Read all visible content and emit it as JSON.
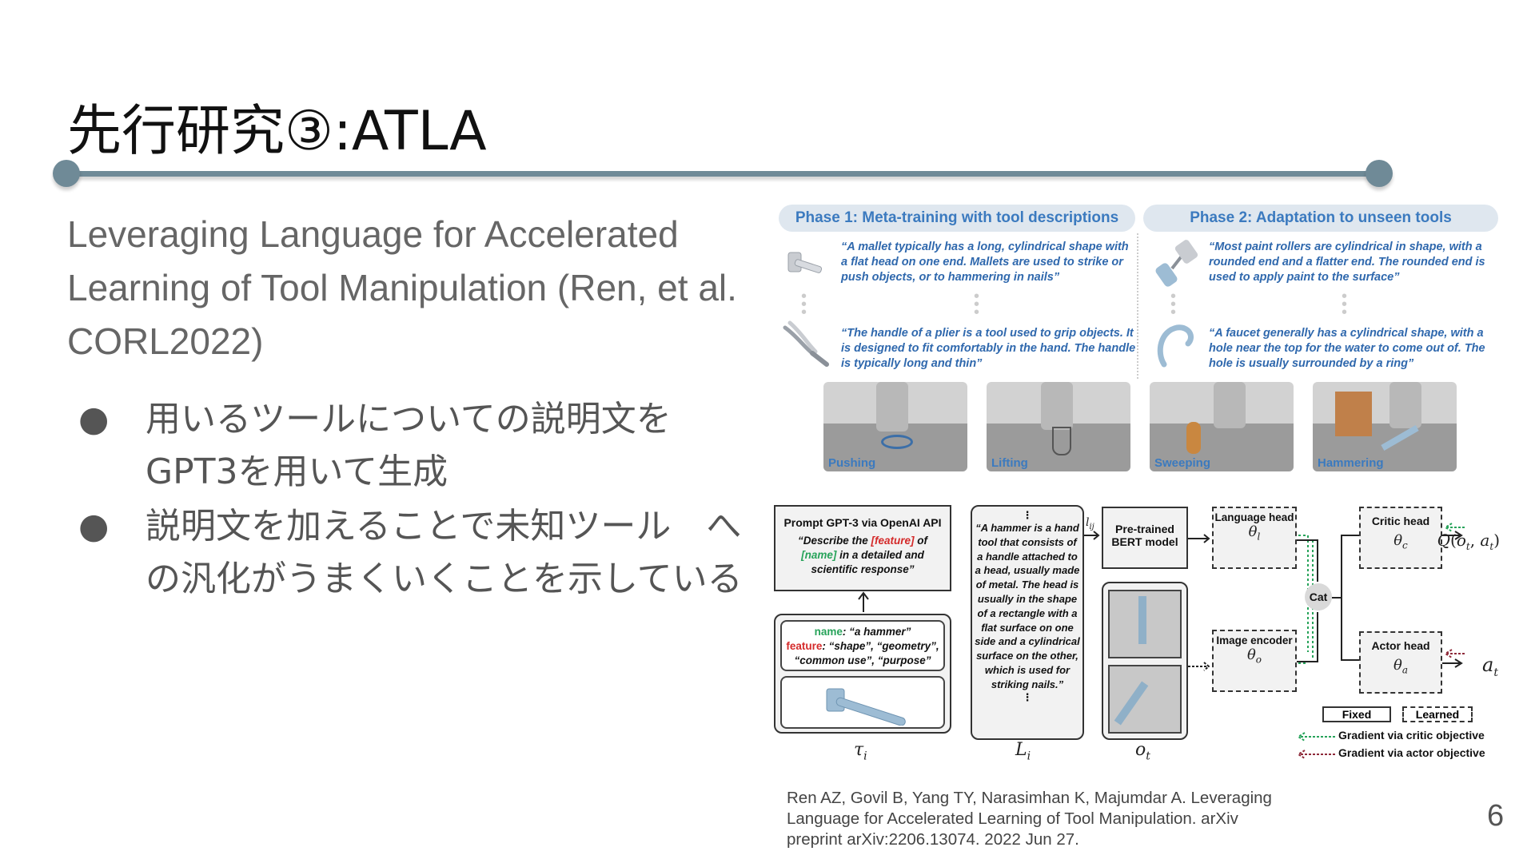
{
  "slide": {
    "title": "先行研究③:ATLA",
    "subtitle": "Leveraging Language for Accelerated Learning of Tool Manipulation (Ren, et al. CORL2022)",
    "bullets": [
      "用いるツールについての説明文をGPT3を用いて生成",
      "説明文を加えることで未知ツール　への汎化がうまくいくことを示している"
    ],
    "bullet_marker": "●",
    "citation": "Ren AZ, Govil B, Yang TY, Narasimhan K, Majumdar A. Leveraging Language for Accelerated Learning of Tool Manipulation. arXiv preprint arXiv:2206.13074. 2022 Jun 27.",
    "page_number": "6"
  },
  "figure": {
    "phase1_title": "Phase 1: Meta-training with tool descriptions",
    "phase2_title": "Phase 2: Adaptation to unseen tools",
    "quotes": {
      "mallet": "“A mallet typically has a long, cylindrical shape with a flat head on one end. Mallets are used to strike or push objects, or to hammering in nails”",
      "plier": "“The handle of a plier is a tool used to grip objects. It is designed to fit comfortably in the hand. The handle is typically long and thin”",
      "roller": "“Most paint rollers are cylindrical in shape, with a rounded end and a flatter end. The rounded end is used to apply paint to the surface”",
      "faucet": "“A faucet generally has a cylindrical shape, with a hole near the top for the water to come out of. The hole is usually surrounded by a ring”"
    },
    "tasks": [
      "Pushing",
      "Lifting",
      "Sweeping",
      "Hammering"
    ],
    "prompt_box": {
      "title": "Prompt GPT-3 via OpenAI API",
      "line1_a": "“Describe the ",
      "line1_feature": "[feature]",
      "line1_b": " of",
      "line2_name": "[name]",
      "line2_b": " in a detailed and",
      "line3": "scientific response”"
    },
    "name_feature_box": {
      "name_label": "name",
      "name_value": ": “a hammer”",
      "feature_label": "feature",
      "feature_value": ": “shape”, “geometry”,",
      "feature_value2": "“common use”, “purpose”"
    },
    "description_text": "“A hammer is a hand tool that consists of a handle attached to a head, usually made of metal. The head is usually in the shape of a rectangle with a flat surface on one side and a cylindrical surface on the other, which is used for striking nails.”",
    "ellipsis": "⋮",
    "bert_box": "Pre-trained BERT model",
    "language_head": "Language head",
    "image_encoder": "Image encoder",
    "critic_head": "Critic head",
    "actor_head": "Actor head",
    "cat": "Cat",
    "legend": {
      "fixed": "Fixed",
      "learned": "Learned",
      "grad_critic": "Gradient via critic objective",
      "grad_actor": "Gradient via actor objective"
    },
    "colors": {
      "phase_text": "#3b7abf",
      "accent_blue": "#2f68ad",
      "feature_red": "#d42a2a",
      "name_green": "#27a35a",
      "title_rule": "#6f8a97"
    }
  }
}
